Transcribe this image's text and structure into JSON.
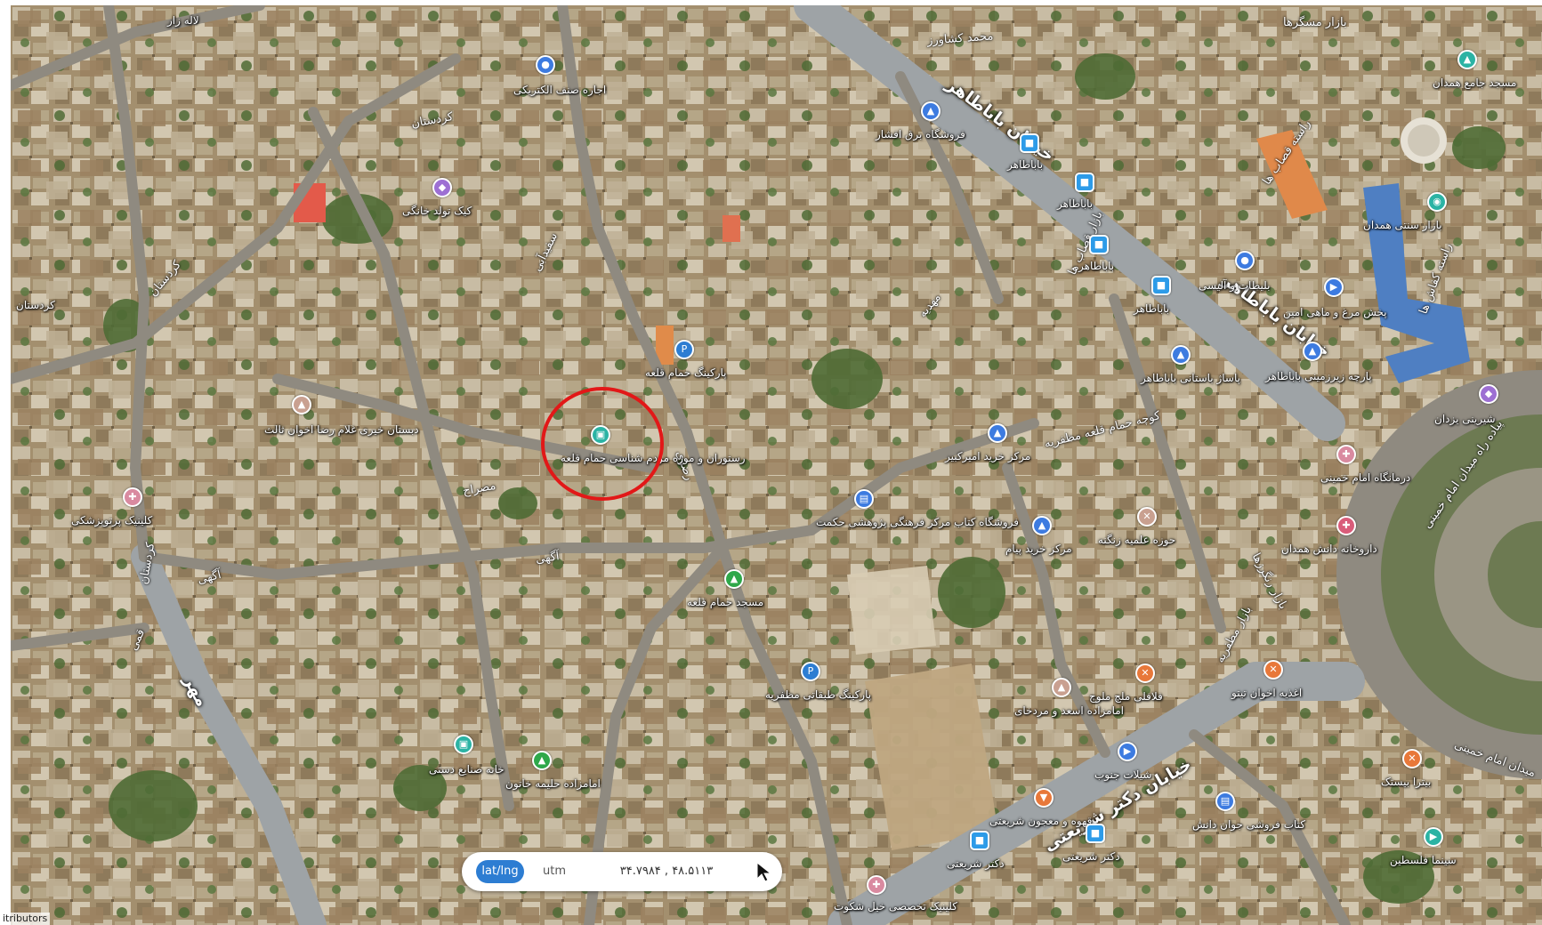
{
  "colors": {
    "ground": "#a38f6e",
    "major_road": "#9ea3a6",
    "minor_road": "#8f8a80",
    "roof_light": "#c8bca4",
    "vegetation": "#4f6b35",
    "highlight": "#e21818",
    "toggle_active": "#2d7dd2"
  },
  "streets": [
    {
      "key": "st1",
      "text": "خیابان باباطاهر",
      "class": "major"
    },
    {
      "key": "st2",
      "text": "خیابان باباطاهر",
      "class": "major"
    },
    {
      "key": "st3",
      "text": "خیابان دکتر شریعتی",
      "class": "major"
    },
    {
      "key": "st4",
      "text": "پیاده راه میدان امام خمینی",
      "class": ""
    },
    {
      "key": "st5",
      "text": "میدان امام خمینی",
      "class": ""
    },
    {
      "key": "st6",
      "text": "مهر",
      "class": "major"
    },
    {
      "key": "st7",
      "text": "کردستان",
      "class": ""
    },
    {
      "key": "st8",
      "text": "کردستان",
      "class": ""
    },
    {
      "key": "st9",
      "text": "کردستان",
      "class": ""
    },
    {
      "key": "st10",
      "text": "آگهی",
      "class": ""
    },
    {
      "key": "st11",
      "text": "آگهی",
      "class": ""
    },
    {
      "key": "st12",
      "text": "مصراح",
      "class": ""
    },
    {
      "key": "st13",
      "text": "سفیدآبی",
      "class": ""
    },
    {
      "key": "st14",
      "text": "مهدیه",
      "class": ""
    },
    {
      "key": "st15",
      "text": "کوچه حمام قلعه مظفریه",
      "class": ""
    },
    {
      "key": "st16",
      "text": "بازار قصاب ها",
      "class": ""
    },
    {
      "key": "st17",
      "text": "بازار رنگرزها",
      "class": ""
    },
    {
      "key": "st18",
      "text": "راسته قصاب ها",
      "class": ""
    },
    {
      "key": "st19",
      "text": "راسته کفاش ها",
      "class": ""
    },
    {
      "key": "st20",
      "text": "بازار مظفریه",
      "class": ""
    },
    {
      "key": "st21",
      "text": "بازار مسگرها",
      "class": ""
    },
    {
      "key": "st22",
      "text": "محمد کشاورز",
      "class": ""
    },
    {
      "key": "st23",
      "text": "قمی",
      "class": ""
    },
    {
      "key": "st24",
      "text": "رضوی",
      "class": ""
    }
  ],
  "pois": [
    {
      "key": "p1",
      "text": "اجاره صنف الکتریکی",
      "icon": "pin-icon",
      "color": "#3d7be0"
    },
    {
      "key": "p2",
      "text": "کیک تولد خانگی",
      "icon": "cake-icon",
      "color": "#9d6fd3"
    },
    {
      "key": "p3",
      "text": "فروشگاه برق افشار",
      "icon": "shop-icon",
      "color": "#3d7be0"
    },
    {
      "key": "p4",
      "text": "باباطاهر",
      "icon": "bus-icon",
      "color": "#2d9be8"
    },
    {
      "key": "p5",
      "text": "باباطاهر",
      "icon": "bus-icon",
      "color": "#2d9be8"
    },
    {
      "key": "p6",
      "text": "باباطاهر",
      "icon": "bus-icon",
      "color": "#2d9be8"
    },
    {
      "key": "p7",
      "text": "باباطاهر",
      "icon": "bus-icon",
      "color": "#2d9be8"
    },
    {
      "key": "p8",
      "text": "مسجد جامع همدان",
      "icon": "mosque-icon",
      "color": "#2bb3a4"
    },
    {
      "key": "p9",
      "text": "بازار سنتی همدان",
      "icon": "camera-icon",
      "color": "#2bb3a4"
    },
    {
      "key": "p10",
      "text": "بلیطات و آلیسی",
      "icon": "pin-icon",
      "color": "#3d7be0"
    },
    {
      "key": "p11",
      "text": "پخش مرغ و ماهی امین",
      "icon": "pin-icon",
      "color": "#3d7be0"
    },
    {
      "key": "p12",
      "text": "پارچه زیرزمینی باباطاهر",
      "icon": "shop-icon",
      "color": "#3d7be0"
    },
    {
      "key": "p13",
      "text": "پاساژ باستانی باباطاهر",
      "icon": "shop-icon",
      "color": "#3d7be0"
    },
    {
      "key": "p14",
      "text": "پارکینگ حمام قلعه",
      "icon": "parking-icon",
      "color": "#2d7dd2"
    },
    {
      "key": "p15",
      "text": "رستوران و موزه مردم شناسی حمام قلعه",
      "icon": "museum-icon",
      "color": "#2bb3a4"
    },
    {
      "key": "p16",
      "text": "دبستان خیری غلام رضا اخوان ثالث",
      "icon": "school-icon",
      "color": "#c9a090"
    },
    {
      "key": "p17",
      "text": "کلینیک پرتوپزشکی",
      "icon": "clinic-icon",
      "color": "#d98aa0"
    },
    {
      "key": "p18",
      "text": "مرکز خرید امیرکبیر",
      "icon": "shop-icon",
      "color": "#3d7be0"
    },
    {
      "key": "p19",
      "text": "فروشگاه کتاب مرکز فرهنگی پژوهشی حکمت",
      "icon": "book-icon",
      "color": "#3d7be0"
    },
    {
      "key": "p20",
      "text": "مسجد حمام قلعه",
      "icon": "mosque-icon",
      "color": "#2ea84a"
    },
    {
      "key": "p21",
      "text": "مرکز خرید پیام",
      "icon": "shop-icon",
      "color": "#3d7be0"
    },
    {
      "key": "p22",
      "text": "حوزه علمیه زنگنه",
      "icon": "seminary-icon",
      "color": "#c9a090"
    },
    {
      "key": "p23",
      "text": "درمانگاه امام خمینی",
      "icon": "clinic-icon",
      "color": "#d98aa0"
    },
    {
      "key": "p24",
      "text": "داروخانه دانش همدان",
      "icon": "pharmacy-icon",
      "color": "#d95c7a"
    },
    {
      "key": "p25",
      "text": "شیرینی یزدان",
      "icon": "cake-icon",
      "color": "#9d6fd3"
    },
    {
      "key": "p26",
      "text": "پارکینگ طبقاتی مظفریه",
      "icon": "parking-icon",
      "color": "#2d7dd2"
    },
    {
      "key": "p27",
      "text": "امامزاده اسعد و مردخای",
      "icon": "shrine-icon",
      "color": "#c9a090"
    },
    {
      "key": "p28",
      "text": "فلافلی ملچ ملوچ",
      "icon": "food-icon",
      "color": "#e8783a"
    },
    {
      "key": "p29",
      "text": "اغذیه اخوان تیتو",
      "icon": "food-icon",
      "color": "#e8783a"
    },
    {
      "key": "p30",
      "text": "شیلات جنوب",
      "icon": "pin-icon",
      "color": "#3d7be0"
    },
    {
      "key": "p31",
      "text": "خانه صنایع دستی",
      "icon": "museum-icon",
      "color": "#2bb3a4"
    },
    {
      "key": "p32",
      "text": "امامزاده حلیمه خاتون",
      "icon": "shrine-icon",
      "color": "#2ea84a"
    },
    {
      "key": "p33",
      "text": "قهوه و معجون شریعتی",
      "icon": "cafe-icon",
      "color": "#e8783a"
    },
    {
      "key": "p34",
      "text": "دکتر شریعتی",
      "icon": "bus-icon",
      "color": "#2d9be8"
    },
    {
      "key": "p35",
      "text": "دکتر شریعتی",
      "icon": "bus-icon",
      "color": "#2d9be8"
    },
    {
      "key": "p36",
      "text": "کتاب فروشی جوان دانش",
      "icon": "book-icon",
      "color": "#3d7be0"
    },
    {
      "key": "p37",
      "text": "بیترا بیستک",
      "icon": "food-icon",
      "color": "#e8783a"
    },
    {
      "key": "p38",
      "text": "سینما فلسطین",
      "icon": "cinema-icon",
      "color": "#2bb3a4"
    },
    {
      "key": "p39",
      "text": "کلینیک تخصصی خیل شکوت",
      "icon": "clinic-icon",
      "color": "#d98aa0"
    },
    {
      "key": "p40",
      "text": "لاله زار",
      "icon": "",
      "color": ""
    },
    {
      "key": "p41",
      "text": "کردستان",
      "icon": "",
      "color": ""
    }
  ],
  "coord_bar": {
    "latlng_label": "lat/lng",
    "utm_label": "utm",
    "value": "۳۴.۷۹۸۴ , ۴۸.۵۱۱۳"
  },
  "attribution": "itributors"
}
